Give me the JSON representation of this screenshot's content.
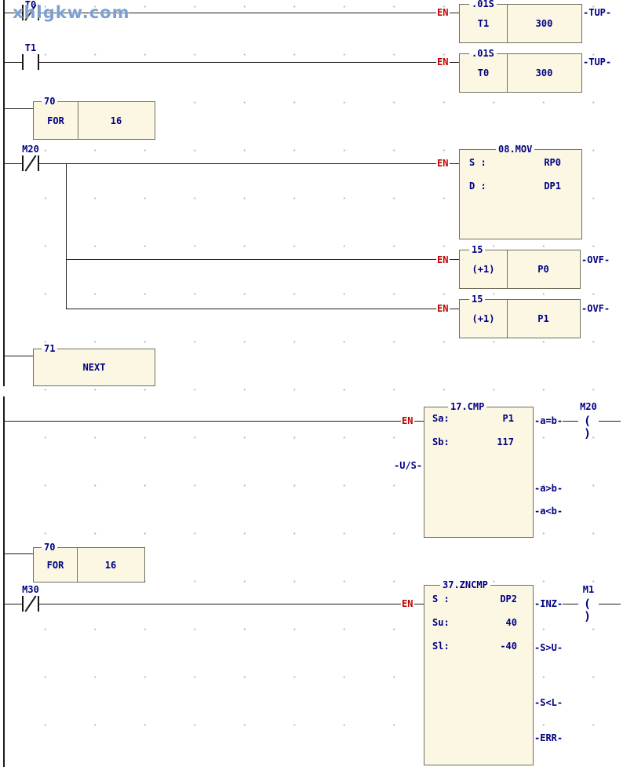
{
  "watermark": "xhlgkw.com",
  "en_label": "EN",
  "coil_symbol": "( )",
  "net1": {
    "rung1": {
      "contact": "T0",
      "title": ".01S",
      "operand": "T1",
      "preset": "300",
      "out": "TUP"
    },
    "rung2": {
      "contact": "T1",
      "title": ".01S",
      "operand": "T0",
      "preset": "300",
      "out": "TUP"
    },
    "for": {
      "title": "70",
      "op": "FOR",
      "count": "16"
    },
    "mov": {
      "contact": "M20",
      "title": "08.MOV",
      "rows": [
        {
          "label": "S :",
          "value": "RP0"
        },
        {
          "label": "D :",
          "value": "DP1"
        }
      ]
    },
    "inc1": {
      "title": "15",
      "op": "(+1)",
      "operand": "P0",
      "out": "OVF"
    },
    "inc2": {
      "title": "15",
      "op": "(+1)",
      "operand": "P1",
      "out": "OVF"
    },
    "next": {
      "title": "71",
      "op": "NEXT"
    }
  },
  "net2": {
    "cmp": {
      "title": "17.CMP",
      "rows": [
        {
          "label": "Sa:",
          "value": "P1"
        },
        {
          "label": "Sb:",
          "value": "117"
        }
      ],
      "input_us": "U/S",
      "out_eq": "a=b",
      "out_gt": "a>b",
      "out_lt": "a<b",
      "coil": "M20"
    },
    "for": {
      "title": "70",
      "op": "FOR",
      "count": "16"
    },
    "zncmp": {
      "contact": "M30",
      "title": "37.ZNCMP",
      "rows": [
        {
          "label": "S :",
          "value": "DP2"
        },
        {
          "label": "Su:",
          "value": "40"
        },
        {
          "label": "Sl:",
          "value": "-40"
        }
      ],
      "out_inz": "INZ",
      "out_su": "S>U",
      "out_sl": "S<L",
      "out_err": "ERR",
      "coil": "M1"
    }
  }
}
